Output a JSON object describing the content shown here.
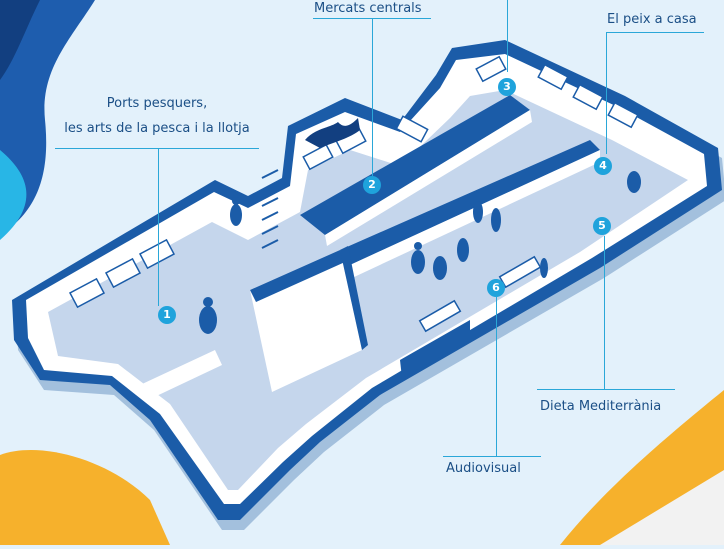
{
  "colors": {
    "background": "#e3f1fb",
    "wall_blue": "#1b5ca8",
    "floor": "#c5d6ec",
    "accent_cyan": "#1fa3dc",
    "label_text": "#1b4f86",
    "orange": "#f6b12c"
  },
  "zones": [
    {
      "number": "1",
      "label_lines": [
        "Ports pesquers,",
        "les arts de la pesca i la llotja"
      ]
    },
    {
      "number": "2",
      "label_lines": [
        "Mercats centrals"
      ]
    },
    {
      "number": "3",
      "label_lines": []
    },
    {
      "number": "4",
      "label_lines": [
        "El peix a casa"
      ]
    },
    {
      "number": "5",
      "label_lines": [
        "Dieta Mediterrània"
      ]
    },
    {
      "number": "6",
      "label_lines": [
        "Audiovisual"
      ]
    }
  ]
}
